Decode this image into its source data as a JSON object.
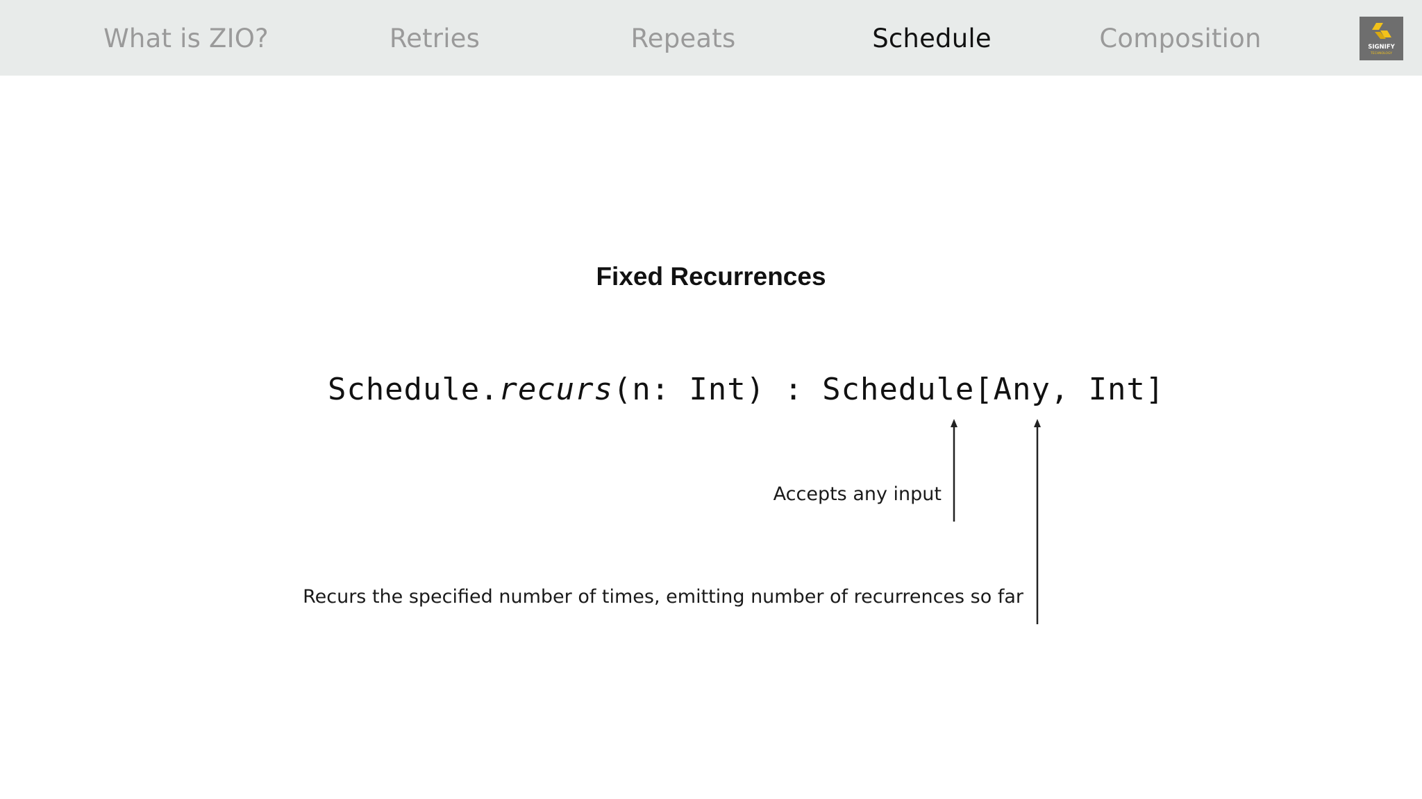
{
  "nav": {
    "tabs": [
      {
        "label": "What is ZIO?",
        "active": false
      },
      {
        "label": "Retries",
        "active": false
      },
      {
        "label": "Repeats",
        "active": false
      },
      {
        "label": "Schedule",
        "active": true
      },
      {
        "label": "Composition",
        "active": false
      }
    ],
    "logo": {
      "text": "SIGNIFY",
      "subtext": "TECHNOLOGY",
      "icon": "signify-logo-icon"
    }
  },
  "slide": {
    "title": "Fixed Recurrences",
    "code": {
      "prefix": "Schedule.",
      "method": "recurs",
      "suffix": "(n: Int) : Schedule[Any, Int]"
    },
    "annotations": {
      "input": "Accepts any input",
      "output": "Recurs the specified number of times, emitting number of recurrences so far"
    }
  },
  "colors": {
    "nav_background": "#e8ebea",
    "nav_inactive": "#9a9a9a",
    "nav_active": "#111111",
    "logo_background": "#6e6e6e",
    "logo_accent": "#f2c21b"
  }
}
